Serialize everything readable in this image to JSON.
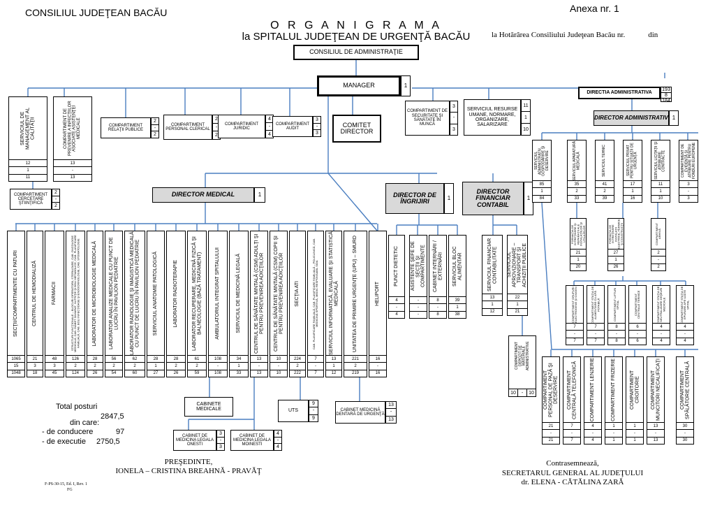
{
  "header": {
    "institution": "CONSILIUL JUDEŢEAN BACĂU",
    "anexa": "Anexa nr. 1",
    "title": "O R G A N I G R A M A",
    "subtitle": "la SPITALUL JUDEŢEAN DE URGENŢĂ BACĂU",
    "hotararea": "la Hotărârea Consiliului Judeţean Bacău nr.            din"
  },
  "top": {
    "consiliu": "CONSILIUL DE ADMINISTRAŢIE",
    "manager": "MANAGER",
    "manager_n": "1",
    "comitet": "COMITET DIRECTOR"
  },
  "left_services": [
    {
      "label": "SERVICIUL DE MANAGEMENT AL CALITĂŢII",
      "nums": [
        "12",
        "1",
        "11"
      ]
    },
    {
      "label": "COMPARTIMENT DE PREVENIRE A INFECŢIILOR ASOCIATE ASISTENŢEI MEDICALE",
      "nums": [
        "13",
        "-",
        "13"
      ]
    }
  ],
  "cercetare": {
    "label": "COMPARTIMENT CERCETARE ŞTIINŢIFICĂ",
    "nums": [
      "2",
      "-",
      "2"
    ]
  },
  "mid_compartments": [
    {
      "label": "COMPARTIMENT RELAŢII PUBLICE",
      "nums": [
        "2",
        "-",
        "2"
      ]
    },
    {
      "label": "COMPARTIMENT PERSONAL CLERICAL",
      "nums": [
        "2",
        "-",
        "2"
      ]
    },
    {
      "label": "COMPARTIMENT JURIDIC",
      "nums": [
        "4",
        "-",
        "4"
      ]
    },
    {
      "label": "COMPARTIMENT AUDIT",
      "nums": [
        "3",
        "-",
        "3"
      ]
    }
  ],
  "securitate": {
    "label": "COMPARTIMENT DE SECURITATE ŞI SĂNĂTATE ÎN MUNCĂ",
    "nums": [
      "3",
      "-",
      "3"
    ]
  },
  "resurse": {
    "label": "SERVICIUL RESURSE UMANE, NORMARE, ORGANIZARE, SALARIZARE",
    "nums": [
      "11",
      "1",
      "10"
    ]
  },
  "directors": {
    "medical": "DIRECTOR MEDICAL",
    "medical_n": "1",
    "ingrijiri": "DIRECTOR DE ÎNGRIJIRI",
    "ingrijiri_n": "1",
    "financiar": "DIRECTOR FINANCIAR CONTABIL",
    "financiar_n": "1"
  },
  "medical_columns": [
    {
      "label": "SECŢII/COMPARTIMENTE CU PATURI",
      "nums": [
        "1065",
        "15",
        "1048"
      ]
    },
    {
      "label": "CENTRUL DE HEMODIALIZĂ",
      "nums": [
        "21",
        "3",
        "18"
      ]
    },
    {
      "label": "FARMACII",
      "nums": [
        "48",
        "3",
        "45"
      ]
    },
    {
      "label": "STRUCTURI FUNCŢIONALE – BLOCURI OPERATORII, STERILIZARE, CAB. ONCOLOGIE MEDICALĂ, CAB. DIABET ZAHARAT, NUTRIŢIE ŞI BOLI METABOLICE, CAB. PLANIFICARE FAMILIALĂ, CAB. BOLI INFECŢIOASE ŞI ENDOCRINOLOGIE, CAB. STOMATOLOGIE",
      "nums": [
        "126",
        "2",
        "124"
      ]
    },
    {
      "label": "LABORATOR DE MICROBIOLOGIE MEDICALĂ",
      "nums": [
        "28",
        "2",
        "26"
      ]
    },
    {
      "label": "LABORATOR ANALIZE MEDICALE CU PUNCT DE LUCRU ÎN PAVILION PEDIATRIE",
      "nums": [
        "56",
        "2",
        "54"
      ]
    },
    {
      "label": "LABORATOR RADIOLOGIE ŞI IMAGISTICĂ MEDICALĂ CU PUNCT DE LUCRU ÎN PAVILION PEDIATRIE",
      "nums": [
        "62",
        "2",
        "60"
      ]
    },
    {
      "label": "SERVICIUL ANATOMIE PATOLOGICĂ",
      "nums": [
        "28",
        "1",
        "27"
      ]
    },
    {
      "label": "LABORATOR RADIOTERAPIE",
      "nums": [
        "28",
        "2",
        "26"
      ]
    },
    {
      "label": "LABORATOR RECUPERARE, MEDICINĂ FIZICĂ ŞI BALNEOLOGIE (BAZĂ TRATAMENT)",
      "nums": [
        "61",
        "2",
        "59"
      ]
    },
    {
      "label": "AMBULATORIUL INTEGRAT SPITALULUI",
      "nums": [
        "108",
        "-",
        "108"
      ]
    },
    {
      "label": "SERVICIUL DE MEDICINĂ LEGALĂ",
      "nums": [
        "34",
        "1",
        "33"
      ]
    },
    {
      "label": "CENTRUL DE SĂNĂTATE MINTALĂ (CSM) ADULŢI ŞI PENTRU PREVENIREA ADICŢIILOR",
      "nums": [
        "13",
        "-",
        "13"
      ]
    },
    {
      "label": "CENTRUL DE SĂNĂTATE MINTALĂ (CSM) COPII ŞI PENTRU PREVENIREA ADICŢIILOR",
      "nums": [
        "10",
        "-",
        "10"
      ]
    },
    {
      "label": "SECŢIA ATI",
      "nums": [
        "224",
        "2",
        "222"
      ]
    },
    {
      "label": "CAB. PLANIFICARE FAMILIALĂ, CAB. PLANIFICARE FAMILIALĂ – POLICLINICĂ, CAB. MEDICINĂ SPORTIVĂ, MEDIC RESPONSABIL SIDA",
      "nums": [
        "7",
        "-",
        "7"
      ]
    },
    {
      "label": "SERVICIUL INFORMATICĂ, EVALUARE ŞI STATISTICĂ MEDICALĂ",
      "nums": [
        "13",
        "1",
        "12"
      ]
    },
    {
      "label": "UNITATEA DE PRIMIRE URGENŢE (UPU) – SMURD",
      "nums": [
        "221",
        "2",
        "219"
      ]
    },
    {
      "label": "HELIPORT",
      "nums": [
        "16",
        "-",
        "16"
      ]
    }
  ],
  "ingrijiri_columns": [
    {
      "label": "PUNCT DIETETIC",
      "nums": [
        "4",
        "-",
        "4"
      ]
    },
    {
      "label": "ASISTENTE ŞEFE DE SECŢII ŞI COMPARTIMENTE",
      "nums": [
        "-",
        "-",
        "-"
      ]
    },
    {
      "label": "CABINET INTERNĂRI / EXTERNĂRI",
      "nums": [
        "8",
        "-",
        "8"
      ]
    },
    {
      "label": "SERVICIUL BLOC ALIMENTAR",
      "nums": [
        "39",
        "1",
        "38"
      ]
    }
  ],
  "financiar_columns": [
    {
      "label": "SERVICIUL FINANCIAR CONTABILITATE",
      "nums": [
        "13",
        "1",
        "12"
      ]
    },
    {
      "label": "SERVICIUL APROVIZIONARE – TRANSPORT ŞI ACHIZIŢII PUBLICE",
      "nums": [
        "22",
        "1",
        "21"
      ]
    }
  ],
  "depozit": {
    "label": "COMPARTIMENT DEPOZIT DE MATERIALE ADMINISTRATIVE",
    "nums": [
      "10",
      "-",
      "10"
    ]
  },
  "cabinete": {
    "main": "CABINETE MEDICALE",
    "onesti": {
      "label": "CABINET DE MEDICINA LEGALA ONESTI",
      "nums": [
        "3",
        "-",
        "3"
      ]
    },
    "moinesti": {
      "label": "CABINET DE MEDICINA LEGALA MOINESTI",
      "nums": [
        "4",
        "-",
        "4"
      ]
    },
    "uts": {
      "label": "UTS",
      "nums": [
        "9",
        "-",
        "9"
      ]
    },
    "dentara": {
      "label": "CABINET MEDICINĂ DENTARĂ DE URGENŢĂ",
      "nums": [
        "13",
        "-",
        "13"
      ]
    }
  },
  "totals": {
    "total_label": "Total posturi",
    "total_value": "2847,5",
    "din_care": "din care:",
    "conducere_label": "- de conducere",
    "conducere_value": "97",
    "executie_label": "- de executie",
    "executie_value": "2750,5"
  },
  "administrativa": {
    "directia": "DIRECTIA ADMINISTRATIVA",
    "directia_nums": [
      "193",
      "8",
      "184"
    ],
    "director": "DIRECTOR ADMINISTRATIV",
    "director_n": "1",
    "services": [
      {
        "label": "SERVICIUL ADMINISTRATIV, GOSPODĂRIRE ŞI DESERVIRE",
        "nums": [
          "85",
          "1",
          "84"
        ]
      },
      {
        "label": "SERVICIUL APARATURĂ MEDICALĂ",
        "nums": [
          "35",
          "2",
          "33"
        ]
      },
      {
        "label": "SERVICIUL TEHNIC",
        "nums": [
          "41",
          "2",
          "39"
        ]
      },
      {
        "label": "SERVICIUL PRIVAT PENTRU SITUAŢII DE URGENŢĂ",
        "nums": [
          "17",
          "1",
          "16"
        ]
      },
      {
        "label": "SERVICIUL LICITAŢII ŞI ATRIBUIRE CONTRACTE",
        "nums": [
          "11",
          "1",
          "10"
        ]
      },
      {
        "label": "COMPARTIMENT DE EVIDENŢĂ ŞI ATRIBUIRE PENTRU FONDURI EUROPENE",
        "nums": [
          "3",
          "-",
          "3"
        ]
      }
    ],
    "sub_formatii": [
      {
        "label": "FORMAŢIA DE INTREŢINERE ŞI REPARAŢII ALE INSTALAŢIILOR ŞI UTILAJELOR",
        "nums": [
          "21",
          "1",
          "20"
        ]
      },
      {
        "label": "FORMAŢIA DE INTREŢINERE INSTALAŢII ELECTRICE, TERMICE ŞI CONSTRUCŢII",
        "nums": [
          "27",
          "1",
          "26"
        ]
      },
      {
        "label": "COMPARTIMENT ARHIVĂ",
        "nums": [
          "2",
          "-",
          "2"
        ]
      }
    ],
    "sub_comp": [
      {
        "label": "COMPARTIMENT GRUPURI ELECTROGENE ŞI OXIGEN",
        "nums": [
          "7",
          "-",
          "7"
        ]
      },
      {
        "label": "COMPARTIMENT STAŢIA DE ALIMENTARE CU APĂ POTABILĂ",
        "nums": [
          "7",
          "-",
          "7"
        ]
      },
      {
        "label": "COMPARTIMENT LIFTURI SPITAL",
        "nums": [
          "8",
          "-",
          "8"
        ]
      },
      {
        "label": "COMPARTIMENT CENTRALE TERMICE",
        "nums": [
          "6",
          "-",
          "6"
        ]
      },
      {
        "label": "COMPARTIMENT STAŢIA DE NEUTRALIZARE DEŞEURI MEDICALE",
        "nums": [
          "4",
          "-",
          "4"
        ]
      },
      {
        "label": "COMPARTIMENT STAŢIA DE EPURARE APE UZATE SPITAL",
        "nums": [
          "4",
          "-",
          "4"
        ]
      }
    ],
    "bottom": [
      {
        "label": "COMPARTIMENT PERSONAL DE PAZĂ ŞI DESERVIRE",
        "nums": [
          "21",
          "-",
          "21"
        ]
      },
      {
        "label": "COMPARTIMENT CENTRALĂ TELEFONICĂ",
        "nums": [
          "7",
          "-",
          "7"
        ]
      },
      {
        "label": "COMPARTIMENT LENJERIE",
        "nums": [
          "4",
          "-",
          "4"
        ]
      },
      {
        "label": "COMPARTIMENT FRIZERIE",
        "nums": [
          "1",
          "-",
          "1"
        ]
      },
      {
        "label": "COMPARTIMENT CROITORIE",
        "nums": [
          "1",
          "-",
          "1"
        ]
      },
      {
        "label": "COMPARTIMENT MUNCITORI NECALIFICAŢI",
        "nums": [
          "13",
          "-",
          "13"
        ]
      },
      {
        "label": "COMPARTIMENT SPĂLĂTORIE CENTRALĂ",
        "nums": [
          "30",
          "-",
          "30"
        ]
      }
    ]
  },
  "signatures": {
    "presedinte_title": "PREŞEDINTE,",
    "presedinte_name": "IONELA – CRISTINA BREAHNĂ - PRAVĂŢ",
    "contra": "Contrasemnează,",
    "secretar": "SECRETARUL GENERAL AL JUDEŢULUI",
    "secretar_name": "dr. ELENA - CĂTĂLINA ZARĂ",
    "code": "F-PS-30-15, Ed. I, Rev. 1",
    "code2": "FG"
  }
}
